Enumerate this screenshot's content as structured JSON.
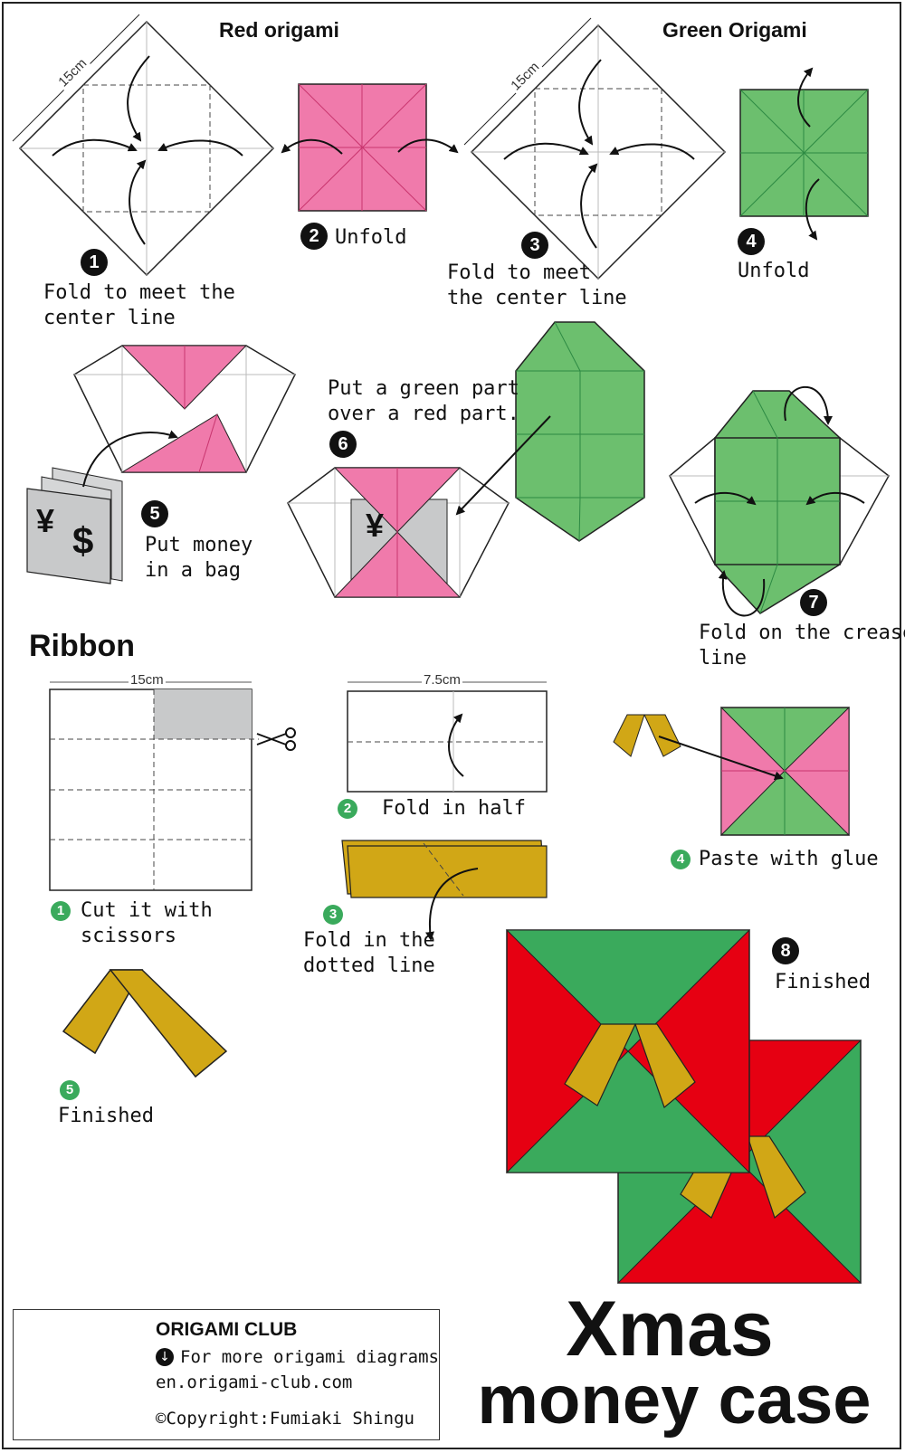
{
  "sections": {
    "red_title": "Red origami",
    "green_title": "Green Origami",
    "ribbon_title": "Ribbon"
  },
  "steps": {
    "s1": {
      "num": "1",
      "text": "Fold to meet the\ncenter line"
    },
    "s2": {
      "num": "2",
      "text": "Unfold"
    },
    "s3": {
      "num": "3",
      "text": "Fold to meet\nthe center line"
    },
    "s4": {
      "num": "4",
      "text": "Unfold"
    },
    "s5": {
      "num": "5",
      "text": "Put money\nin a bag"
    },
    "s6": {
      "num": "6",
      "text": "Put a green part\nover a red part."
    },
    "s7": {
      "num": "7",
      "text": "Fold on the crease\nline"
    },
    "s8": {
      "num": "8",
      "text": "Finished"
    }
  },
  "ribbon_steps": {
    "r1": {
      "num": "1",
      "text": "Cut it with\nscissors"
    },
    "r2": {
      "num": "2",
      "text": "Fold in half"
    },
    "r3": {
      "num": "3",
      "text": "Fold in the\ndotted line"
    },
    "r4": {
      "num": "4",
      "text": "Paste with glue"
    },
    "r5": {
      "num": "5",
      "text": "Finished"
    }
  },
  "dimensions": {
    "square_size_1": "15cm",
    "square_size_3": "15cm",
    "ribbon_size": "15cm",
    "half_size": "7.5cm"
  },
  "money_symbols": {
    "yen": "¥",
    "dollar": "$"
  },
  "credit": {
    "brand": "ORIGAMI CLUB",
    "more_text": "For more origami diagrams",
    "url": "en.origami-club.com",
    "copyright": "©Copyright:Fumiaki Shingu"
  },
  "title": {
    "line1": "Xmas",
    "line2": "money case"
  },
  "colors": {
    "pink": "#f07aab",
    "green": "#6cbf6e",
    "red": "#e60012",
    "dark_green": "#3aaa5c",
    "gold": "#d1a716",
    "gray": "#c8c9ca"
  },
  "icons": [
    "scissors-icon",
    "down-arrow-icon",
    "qr-code"
  ]
}
